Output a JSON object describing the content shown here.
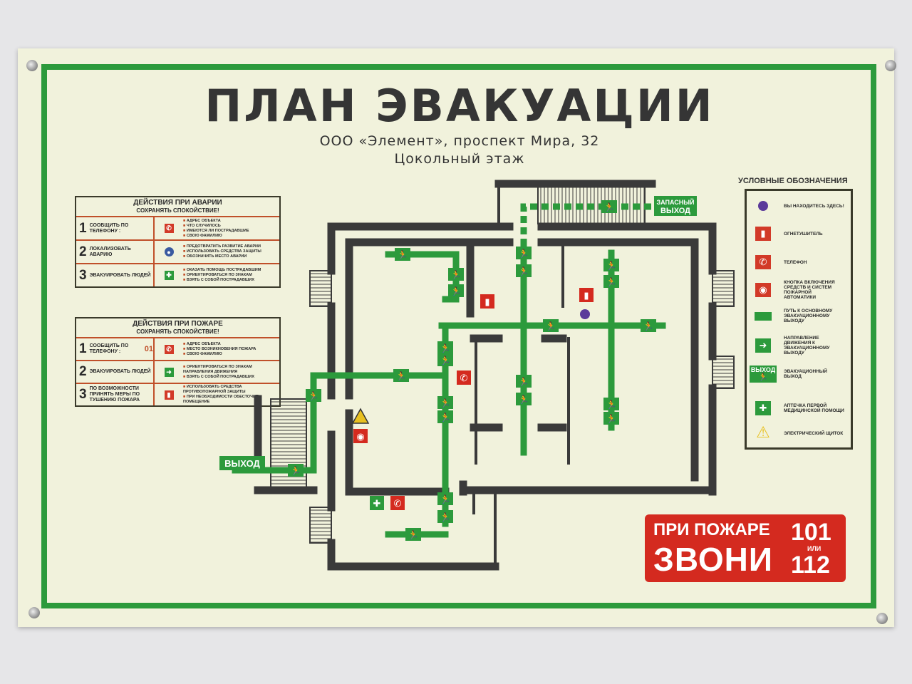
{
  "title": "ПЛАН ЭВАКУАЦИИ",
  "address": "ООО «Элемент», проспект Мира, 32",
  "floor": "Цокольный этаж",
  "accident": {
    "heading": "ДЕЙСТВИЯ ПРИ АВАРИИ",
    "subheading": "СОХРАНЯТЬ СПОКОЙСТВИЕ!",
    "rows": [
      {
        "num": "1",
        "action": "СООБЩИТЬ ПО ТЕЛЕФОНУ :",
        "icon": "phone-icon",
        "notes": [
          "АДРЕС ОБЪЕКТА",
          "ЧТО СЛУЧИЛОСЬ",
          "ИМЕЮТСЯ ЛИ ПОСТРАДАВШИЕ",
          "СВОЮ ФАМИЛИЮ"
        ]
      },
      {
        "num": "2",
        "action": "ЛОКАЛИЗОВАТЬ АВАРИЮ",
        "icon": "protection-icon",
        "notes": [
          "ПРЕДОТВРАТИТЬ РАЗВИТИЕ АВАРИИ",
          "ИСПОЛЬЗОВАТЬ СРЕДСТВА ЗАЩИТЫ",
          "ОБОЗНАЧИТЬ МЕСТО АВАРИИ"
        ]
      },
      {
        "num": "3",
        "action": "ЭВАКУИРОВАТЬ ЛЮДЕЙ",
        "icon": "first-aid-icon",
        "notes": [
          "ОКАЗАТЬ ПОМОЩЬ ПОСТРАДАВШИМ",
          "ОРИЕНТИРОВАТЬСЯ ПО ЗНАКАМ",
          "ВЗЯТЬ С СОБОЙ ПОСТРАДАВШИХ"
        ]
      }
    ]
  },
  "fire": {
    "heading": "ДЕЙСТВИЯ ПРИ ПОЖАРЕ",
    "subheading": "СОХРАНЯТЬ СПОКОЙСТВИЕ!",
    "rows": [
      {
        "num": "1",
        "action": "СООБЩИТЬ ПО ТЕЛЕФОНУ :",
        "phone": "01",
        "icon": "phone-icon",
        "notes": [
          "АДРЕС ОБЪЕКТА",
          "МЕСТО ВОЗНИКНОВЕНИЯ ПОЖАРА",
          "СВОЮ ФАМИЛИЮ"
        ]
      },
      {
        "num": "2",
        "action": "ЭВАКУИРОВАТЬ ЛЮДЕЙ",
        "icon": "exit-direction-icon",
        "notes": [
          "ОРИЕНТИРОВАТЬСЯ ПО ЗНАКАМ НАПРАВЛЕНИЯ ДВИЖЕНИЯ",
          "ВЗЯТЬ С СОБОЙ ПОСТРАДАВШИХ"
        ]
      },
      {
        "num": "3",
        "action": "ПО ВОЗМОЖНОСТИ ПРИНЯТЬ МЕРЫ ПО ТУШЕНИЮ ПОЖАРА",
        "icon": "extinguisher-icon",
        "notes": [
          "ИСПОЛЬЗОВАТЬ СРЕДСТВА ПРОТИВОПОЖАРНОЙ ЗАЩИТЫ",
          "ПРИ НЕОБХОДИМОСТИ ОБЕСТОЧИТЬ ПОМЕЩЕНИЕ"
        ]
      }
    ]
  },
  "legend": {
    "title": "УСЛОВНЫЕ ОБОЗНАЧЕНИЯ",
    "items": [
      {
        "icon": "you-are-here-icon",
        "label": "ВЫ НАХОДИТЕСЬ ЗДЕСЬ!"
      },
      {
        "icon": "extinguisher-icon",
        "label": "ОГНЕТУШИТЕЛЬ"
      },
      {
        "icon": "phone-icon",
        "label": "ТЕЛЕФОН"
      },
      {
        "icon": "alarm-button-icon",
        "label": "КНОПКА ВКЛЮЧЕНИЯ СРЕДСТВ И СИСТЕМ ПОЖАРНОЙ АВТОМАТИКИ"
      },
      {
        "icon": "main-path-icon",
        "label": "ПУТЬ К ОСНОВНОМУ ЭВАКУАЦИОННОМУ ВЫХОДУ"
      },
      {
        "icon": "exit-direction-icon",
        "label": "НАПРАВЛЕНИЕ ДВИЖЕНИЯ К ЭВАКУАЦИОННОМУ ВЫХОДУ"
      },
      {
        "icon": "exit-sign-icon",
        "label": "ЭВАКУАЦИОННЫЙ ВЫХОД",
        "sign": "ВЫХОД"
      },
      {
        "icon": "first-aid-icon",
        "label": "АПТЕЧКА ПЕРВОЙ МЕДИЦИНСКОЙ ПОМОЩИ"
      },
      {
        "icon": "electric-panel-icon",
        "label": "ЭЛЕКТРИЧЕСКИЙ ЩИТОК"
      }
    ]
  },
  "plan": {
    "exit": "ВЫХОД",
    "spare_exit_line1": "ЗАПАСНЫЙ",
    "spare_exit_line2": "ВЫХОД"
  },
  "call": {
    "line1": "ПРИ ПОЖАРЕ",
    "line2": "ЗВОНИ",
    "num1": "101",
    "or": "ИЛИ",
    "num2": "112"
  },
  "colors": {
    "green": "#2c9a3c",
    "red": "#d42a1f",
    "wall": "#3a3a3a",
    "panel": "#f1f2dc",
    "you_are_here": "#5b3a9a"
  }
}
